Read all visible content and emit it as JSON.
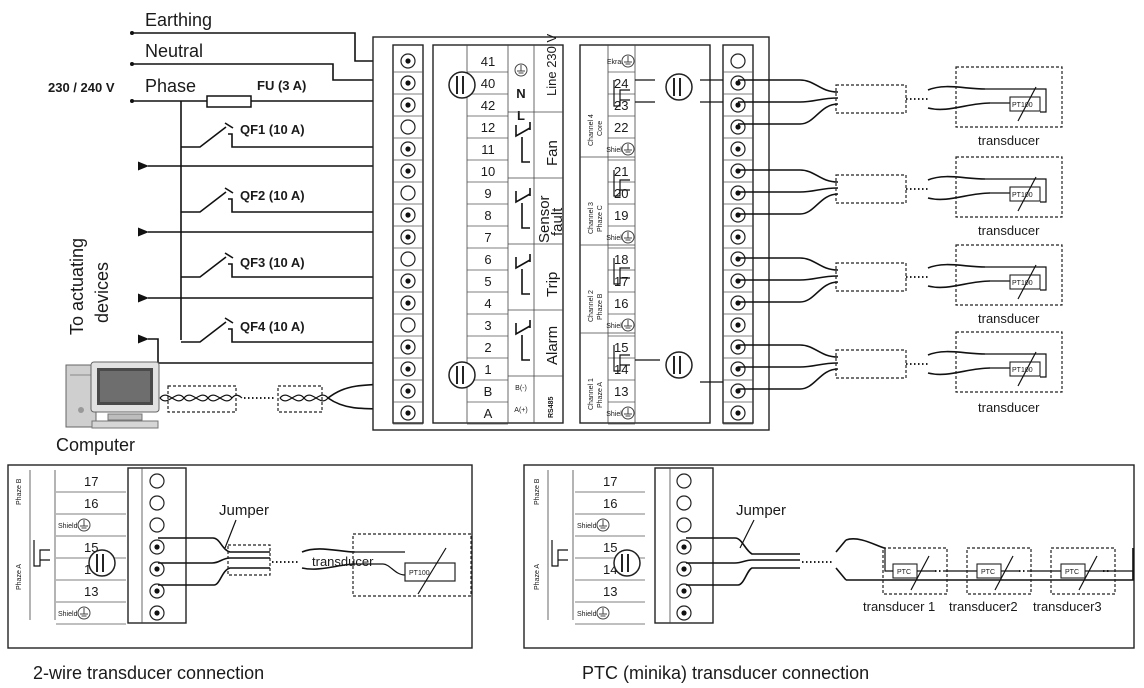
{
  "supply": {
    "earthing": "Earthing",
    "neutral": "Neutral",
    "phase": "Phase",
    "voltage": "230 / 240 V",
    "fuse": "FU (3 A)"
  },
  "breakers": [
    "QF1 (10 A)",
    "QF2 (10 A)",
    "QF3 (10 A)",
    "QF4 (10 A)"
  ],
  "side_label": {
    "line1": "To actuating",
    "line2": "devices"
  },
  "computer_label": "Computer",
  "left_terminals": [
    "41",
    "40",
    "42",
    "12",
    "11",
    "10",
    "9",
    "8",
    "7",
    "6",
    "5",
    "4",
    "3",
    "2",
    "1",
    "B",
    "A"
  ],
  "line_labels": [
    "N",
    "L"
  ],
  "rs_labels": [
    "B(-)",
    "A(+)"
  ],
  "group_labels": {
    "line": "Line 230 V",
    "fan": "Fan",
    "sensor1": "Sensor",
    "sensor2": "fault",
    "trip": "Trip",
    "alarm": "Alarm",
    "rs": "RS485"
  },
  "right_terminals": [
    "Ekran",
    "24",
    "23",
    "22",
    "Shield",
    "21",
    "20",
    "19",
    "Shield",
    "18",
    "17",
    "16",
    "Shield",
    "15",
    "14",
    "13",
    "Shield"
  ],
  "channels": [
    {
      "line1": "Channel 4",
      "line2": "Core"
    },
    {
      "line1": "Channel 3",
      "line2": "Phaze C"
    },
    {
      "line1": "Channel 2",
      "line2": "Phaze B"
    },
    {
      "line1": "Channel 1",
      "line2": "Phaze A"
    }
  ],
  "transducer_label": "transducer",
  "sensor_chip": "PT100",
  "ptc_chip": "PTC",
  "inset_terminals": [
    "17",
    "16",
    "Shield",
    "15",
    "14",
    "13",
    "Shield"
  ],
  "inset_phase_labels": [
    "Phaze B",
    "Phaze A"
  ],
  "jumper_label": "Jumper",
  "ptc_transducers": [
    "transducer 1",
    "transducer2",
    "transducer3"
  ],
  "captions": {
    "two_wire": "2-wire transducer connection",
    "ptc": "PTC (minika) transducer connection"
  }
}
